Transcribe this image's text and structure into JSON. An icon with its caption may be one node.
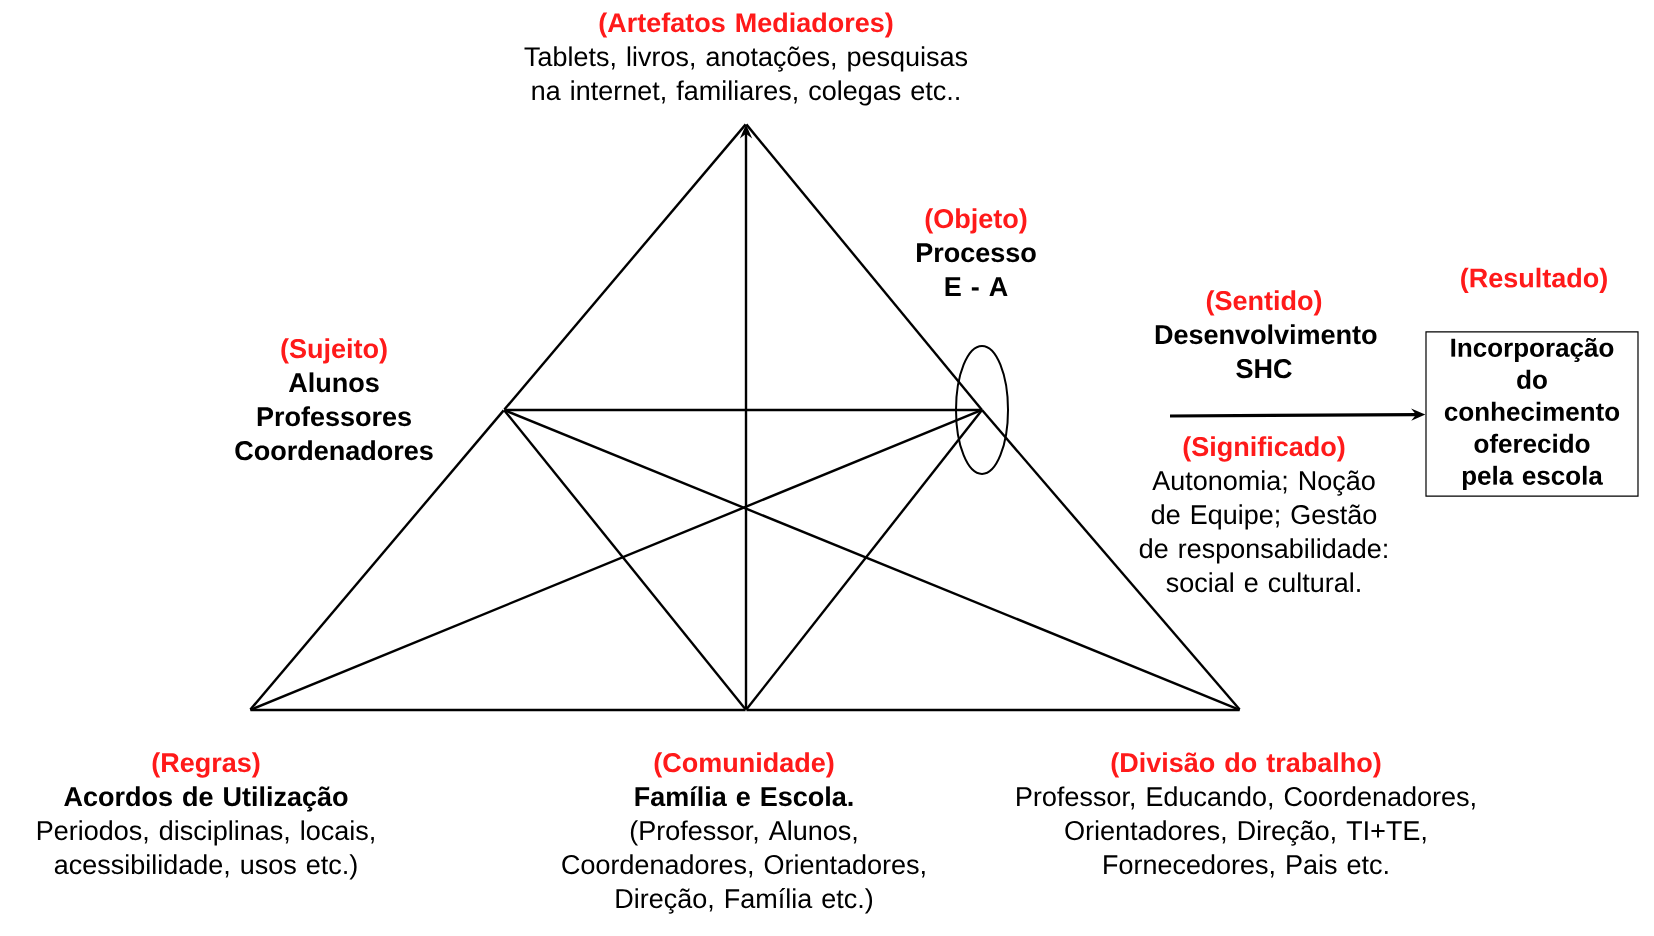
{
  "diagram": {
    "nodes": [
      {
        "text": [
          "(Artefatos Mediadores)",
          "Tablets, livros, anotações, pesquisas na internet, familiares, colegas etc.."
        ]
      },
      {
        "text": [
          "(Sujeito)",
          "Alunos Professores Coordenadores"
        ]
      },
      {
        "text": [
          "(Objeto)",
          "Processo E - A"
        ]
      },
      {
        "text": [
          "(Resultado)",
          "Incorporação do conhecimento oferecido pela escola"
        ]
      },
      {
        "text": [
          "(Regras)",
          "Acordos de Utilização",
          "Periodos, disciplinas, locais, acessibilidade, usos etc.)"
        ]
      },
      {
        "text": [
          "(Comunidade)",
          "Família e Escola.",
          "(Professor, Alunos, Coordenadores, Orientadores, Direção, Família etc.)"
        ]
      },
      {
        "text": [
          "(Divisão do trabalho)",
          "Professor, Educando, Coordenadores, Orientadores, Direção, TI+TE, Fornecedores, Pais etc."
        ]
      }
    ],
    "edges": [
      {
        "from": 1,
        "to": 0,
        "arrow": "none"
      },
      {
        "from": 4,
        "to": 1,
        "arrow": "none"
      },
      {
        "from": 2,
        "to": 0,
        "arrow": "none"
      },
      {
        "from": 2,
        "to": 6,
        "arrow": "none"
      },
      {
        "from": 5,
        "to": 0,
        "arrow": "to"
      },
      {
        "from": 1,
        "to": 2,
        "arrow": "none"
      },
      {
        "from": 4,
        "to": 5,
        "arrow": "none"
      },
      {
        "from": 5,
        "to": 6,
        "arrow": "none"
      },
      {
        "from": 1,
        "to": 5,
        "arrow": "none"
      },
      {
        "from": 1,
        "to": 6,
        "arrow": "none"
      },
      {
        "from": 2,
        "to": 4,
        "arrow": "none"
      },
      {
        "from": 2,
        "to": 5,
        "arrow": "none"
      },
      {
        "from": null,
        "to": 3,
        "arrow": "to"
      }
    ],
    "labels": [
      "(Sentido)",
      "Desenvolvimento SHC",
      "(Significado)",
      "Autonomia; Noção de Equipe; Gestão de responsabilidade: social e cultural."
    ]
  }
}
